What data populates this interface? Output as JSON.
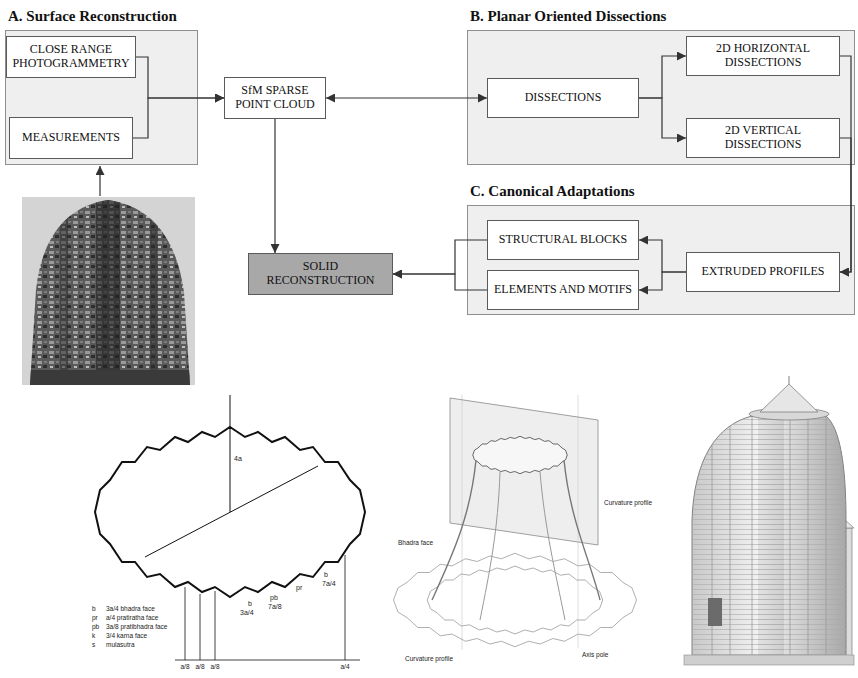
{
  "diagram": {
    "nodes": [
      {
        "text": [
          "A. Surface Reconstruction"
        ]
      },
      {
        "text": [
          "CLOSE RANGE PHOTOGRAMMETRY"
        ],
        "in": 0
      },
      {
        "text": [
          "MEASUREMENTS"
        ],
        "in": 0
      },
      {
        "text": [
          "SfM SPARSE POINT CLOUD"
        ]
      },
      {
        "text": [
          "B. Planar Oriented Dissections"
        ]
      },
      {
        "text": [
          "DISSECTIONS"
        ],
        "in": 4
      },
      {
        "text": [
          "2D HORIZONTAL DISSECTIONS"
        ],
        "in": 4
      },
      {
        "text": [
          "2D VERTICAL DISSECTIONS"
        ],
        "in": 4
      },
      {
        "text": [
          "SOLID RECONSTRUCTION"
        ]
      },
      {
        "text": [
          "C. Canonical Adaptations"
        ]
      },
      {
        "text": [
          "STRUCTURAL BLOCKS"
        ],
        "in": 9
      },
      {
        "text": [
          "ELEMENTS AND MOTIFS"
        ],
        "in": 9
      },
      {
        "text": [
          "EXTRUDED PROFILES"
        ],
        "in": 9
      }
    ],
    "edges": [
      {
        "from": 1,
        "to": 3,
        "arrow": "to"
      },
      {
        "from": 2,
        "to": 3,
        "arrow": "to"
      },
      {
        "from": 3,
        "to": 5,
        "arrow": "both"
      },
      {
        "from": 5,
        "to": 6,
        "arrow": "to"
      },
      {
        "from": 5,
        "to": 7,
        "arrow": "to"
      },
      {
        "from": 6,
        "to": 12,
        "arrow": "to"
      },
      {
        "from": 7,
        "to": 12,
        "arrow": "to"
      },
      {
        "from": 3,
        "to": 8,
        "arrow": "to"
      },
      {
        "from": 12,
        "to": 10,
        "arrow": "to"
      },
      {
        "from": 12,
        "to": 11,
        "arrow": "to"
      },
      {
        "from": 10,
        "to": 8,
        "arrow": "to"
      },
      {
        "from": 11,
        "to": 8,
        "arrow": "to"
      }
    ],
    "labels": [
      "4a",
      "b",
      "3a/4",
      "pb",
      "7a/8",
      "pr",
      "b",
      "7a/4",
      "b",
      "3a/4 bhadra face",
      "pr",
      "a/4 pratiratha face",
      "pb",
      "3a/8 pratibhadra face",
      "k",
      "3/4 karna face",
      "s",
      "mulasutra",
      "a/8",
      "a/8",
      "a/8",
      "a/4",
      "Bhadra face",
      "Curvature profile",
      "Curvature profile",
      "Axis pole"
    ]
  }
}
